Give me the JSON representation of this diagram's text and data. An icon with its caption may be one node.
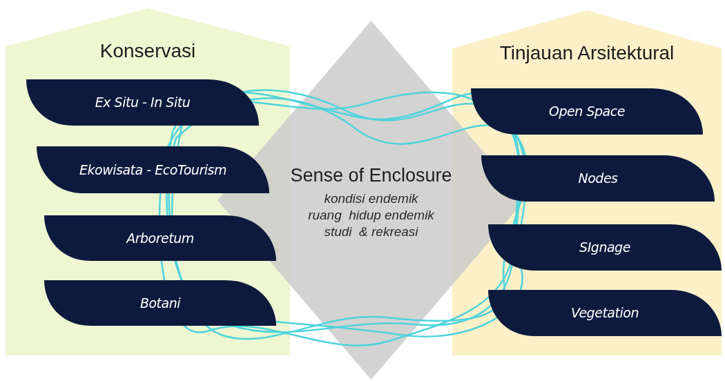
{
  "diagram": {
    "nodes": [
      {
        "text": [
          "Konservasi"
        ]
      },
      {
        "text": [
          "Ex Situ - In Situ"
        ],
        "in": 0
      },
      {
        "text": [
          "Ekowisata - EcoTourism"
        ],
        "in": 0
      },
      {
        "text": [
          "Arboretum"
        ],
        "in": 0
      },
      {
        "text": [
          "Botani"
        ],
        "in": 0
      },
      {
        "text": [
          "Sense of Enclosure",
          "kondisi endemik",
          "ruang  hidup endemik",
          "studi  & rekreasi"
        ]
      },
      {
        "text": [
          "Tinjauan Arsitektural"
        ]
      },
      {
        "text": [
          "Open Space"
        ],
        "in": 6
      },
      {
        "text": [
          "Nodes"
        ],
        "in": 6
      },
      {
        "text": [
          "SIgnage"
        ],
        "in": 6
      },
      {
        "text": [
          "Vegetation"
        ],
        "in": 6
      }
    ]
  }
}
